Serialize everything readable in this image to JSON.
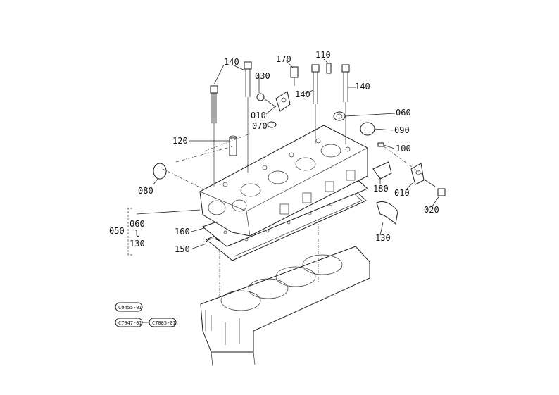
{
  "labels": {
    "p140a": "140",
    "p170": "170",
    "p110": "110",
    "p030": "030",
    "p140b": "140",
    "p140c": "140",
    "p010a": "010",
    "p070": "070",
    "p060a": "060",
    "p090": "090",
    "p120": "120",
    "p100": "100",
    "p080": "080",
    "p180": "180",
    "p010b": "010",
    "p020": "020",
    "p050": "050",
    "p060b": "060",
    "p_sep": "l",
    "p130a": "130",
    "p160": "160",
    "p130b": "130",
    "p150": "150"
  },
  "references": {
    "r1": "C0455-01",
    "r2": "C7047-01",
    "r3": "C7085-01"
  }
}
